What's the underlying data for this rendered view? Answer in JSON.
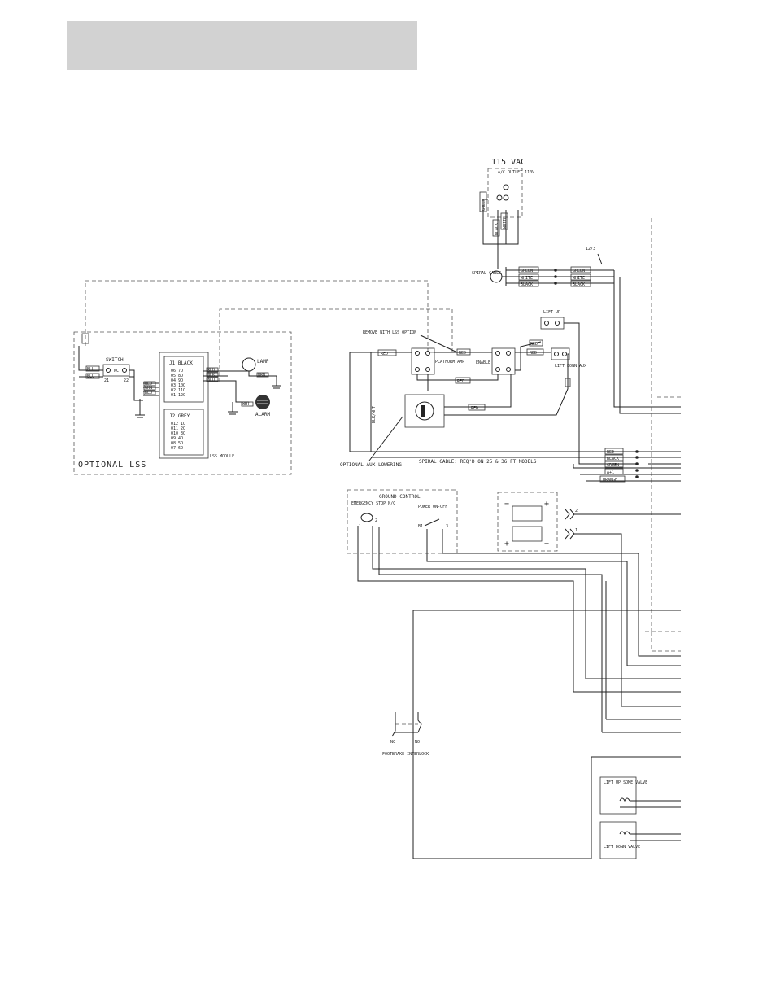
{
  "power": {
    "title": "115 VAC",
    "outlet": "A/C OUTLET 110V",
    "spiral_cable": "SPIRAL CABLE",
    "wire_type": "12/3"
  },
  "power_wires": {
    "green": "GREEN",
    "black": "BLACK",
    "white": "WHITE"
  },
  "supply_wires": [
    "GREEN",
    "WHITE",
    "BLACK"
  ],
  "lss": {
    "title": "OPTIONAL LSS",
    "switch": "SWITCH",
    "switch_nc": "NC",
    "switch_pins": [
      "21",
      "22"
    ],
    "j1": "J1 BLACK",
    "j1_rows": [
      "O6  7O",
      "O5  8O",
      "O4  9O",
      "O3 10O",
      "O2 11O",
      "O1 12O"
    ],
    "j2": "J2 GREY",
    "j2_rows": [
      "O12 1O",
      "O11 2O",
      "O10 3O",
      "O9  4O",
      "O8  5O",
      "O7  6O"
    ],
    "module": "LSS MODULE",
    "lamp": "LAMP",
    "alarm": "ALARM",
    "wire_labels": [
      "BLU",
      "BLU",
      "RED",
      "RED",
      "GRN",
      "BLU",
      "BLU",
      "RED",
      "BLK",
      "GRN",
      "BRN",
      "WHT"
    ]
  },
  "platform": {
    "remove_with_lss": "REMOVE WITH LSS OPTION",
    "platform_amp": "PLATFORM AMP",
    "enable": "ENABLE",
    "lift_up": "LIFT UP",
    "lift_down": "LIFT DOWN AUX",
    "blk_wht": "BLK/WHT",
    "optional_aux_lowering": "OPTIONAL AUX LOWERING",
    "wire_labels": [
      "RED",
      "RED",
      "RED",
      "RED",
      "RED",
      "RED"
    ]
  },
  "spiral_note": "SPIRAL CABLE: REQ'D ON 25 & 36 FT MODELS",
  "spiral_wires": [
    "RED",
    "BLACK",
    "GREEN",
    "A+1",
    "ORANGE"
  ],
  "ground_control": {
    "title": "GROUND CONTROL",
    "estop": "EMERGENCY STOP N/C",
    "power": "POWER ON-OFF",
    "estop_pins": [
      "1",
      "2"
    ],
    "power_pins": [
      "B1",
      "3"
    ]
  },
  "battery": {
    "pos": "+",
    "neg": "−",
    "conn_1": "1",
    "conn_2": "2"
  },
  "footbrake": {
    "label": "FOOTBRAKE INTERLOCK",
    "nc": "NC",
    "no": "NO"
  },
  "valves": {
    "lift_up": "LIFT UP SOME VALVE",
    "lift_down": "LIFT DOWN VALVE"
  }
}
